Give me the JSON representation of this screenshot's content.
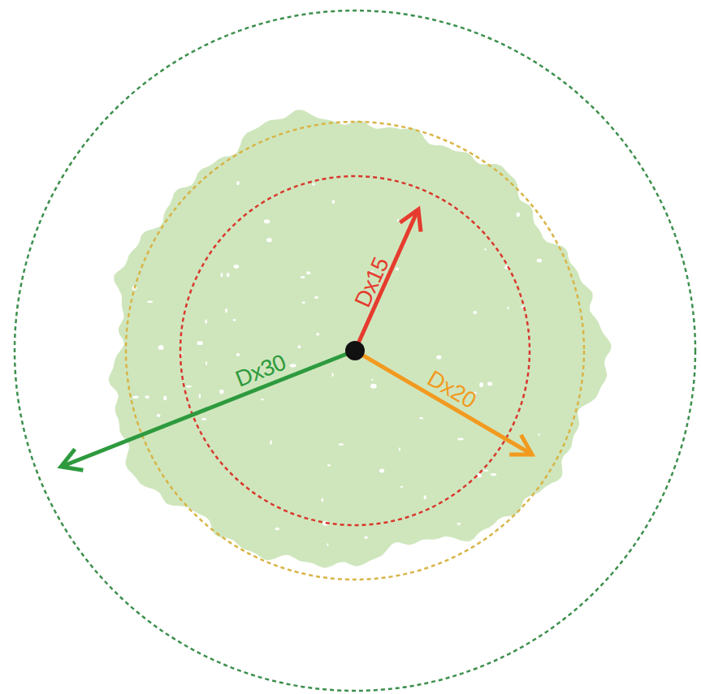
{
  "diagram": {
    "labels": [
      "Dx15",
      "Dx20",
      "Dx30"
    ]
  }
}
